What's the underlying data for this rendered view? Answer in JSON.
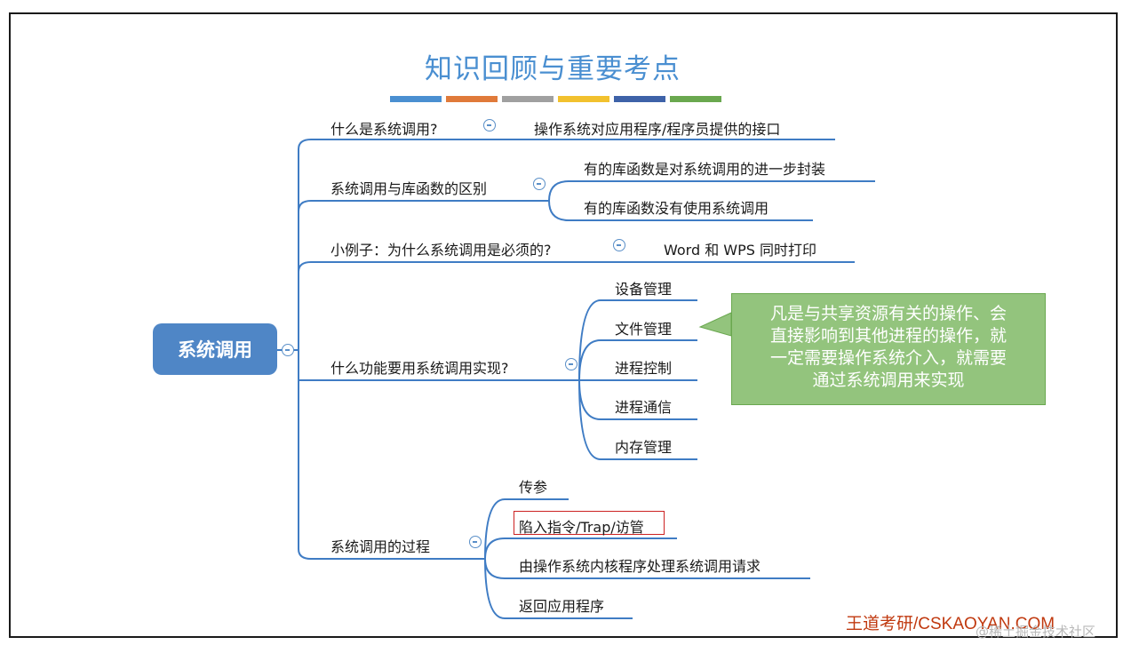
{
  "title": "知识回顾与重要考点",
  "stripes": [
    "#4a8fd1",
    "#e07a3a",
    "#a0a0a0",
    "#f2c12e",
    "#3e62a8",
    "#6aa84f"
  ],
  "root": {
    "label": "系统调用"
  },
  "branches": [
    {
      "label": "什么是系统调用?",
      "children": [
        "操作系统对应用程序/程序员提供的接口"
      ]
    },
    {
      "label": "系统调用与库函数的区别",
      "children": [
        "有的库函数是对系统调用的进一步封装",
        "有的库函数没有使用系统调用"
      ]
    },
    {
      "label": "小例子：为什么系统调用是必须的?",
      "children": [
        "Word 和 WPS 同时打印"
      ]
    },
    {
      "label": "什么功能要用系统调用实现?",
      "children": [
        "设备管理",
        "文件管理",
        "进程控制",
        "进程通信",
        "内存管理"
      ]
    },
    {
      "label": "系统调用的过程",
      "children": [
        "传参",
        "陷入指令/Trap/访管",
        "由操作系统内核程序处理系统调用请求",
        "返回应用程序"
      ]
    }
  ],
  "callout": {
    "lines": [
      "凡是与共享资源有关的操作、会",
      "直接影响到其他进程的操作，就",
      "一定需要操作系统介入，就需要",
      "通过系统调用来实现"
    ]
  },
  "footer": "王道考研/CSKAOYAN.COM",
  "watermark": "@稀土掘金技术社区"
}
